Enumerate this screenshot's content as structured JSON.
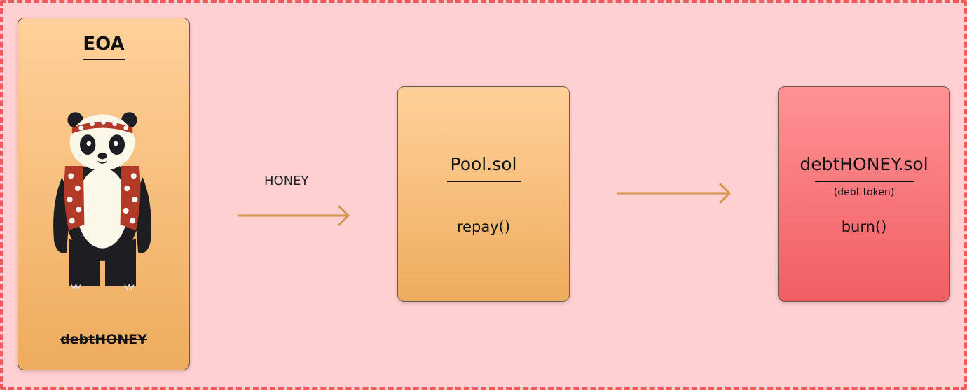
{
  "eoa": {
    "title": "EOA",
    "token_label": "debtHONEY",
    "avatar_icon": "panda-icon"
  },
  "transfer": {
    "label": "HONEY"
  },
  "pool": {
    "title": "Pool.sol",
    "method": "repay()"
  },
  "debt_token": {
    "title": "debtHONEY.sol",
    "subtitle": "(debt token)",
    "method": "burn()"
  },
  "colors": {
    "background": "#ffd0d2",
    "border_dash": "#f05a5a",
    "orange_top": "#ffd19a",
    "orange_bottom": "#eeac5e",
    "red_top": "#ff9295",
    "red_bottom": "#f05e62",
    "arrow": "#d3964a"
  }
}
